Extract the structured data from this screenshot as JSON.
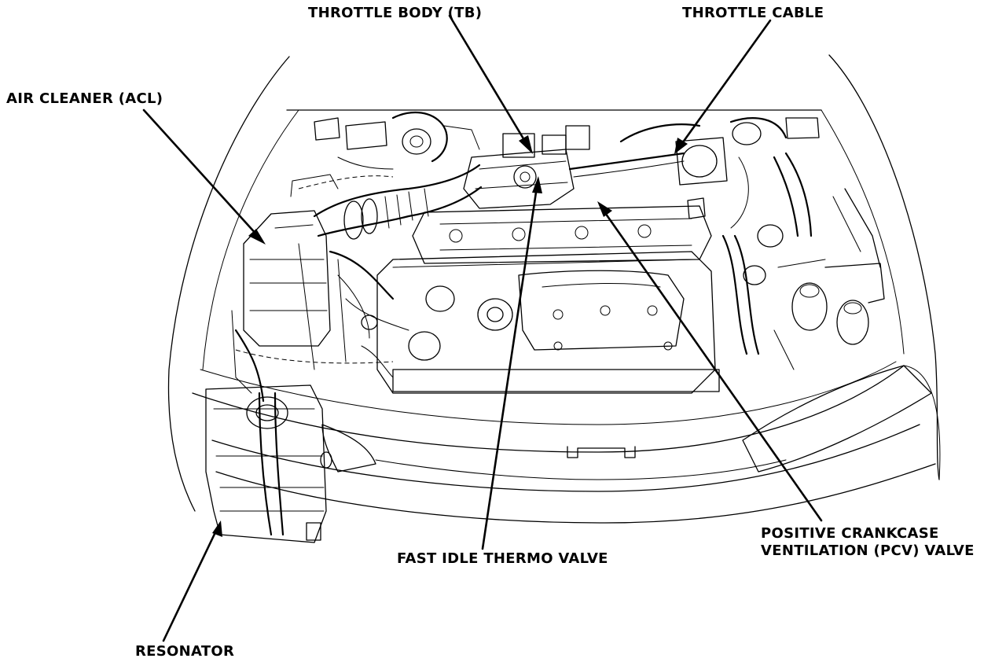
{
  "labels": {
    "throttle_body": "THROTTLE BODY (TB)",
    "throttle_cable": "THROTTLE CABLE",
    "air_cleaner": "AIR CLEANER (ACL)",
    "fast_idle_thermo_valve": "FAST IDLE THERMO VALVE",
    "pcv_line1": "POSITIVE CRANKCASE",
    "pcv_line2": "VENTILATION (PCV) VALVE",
    "resonator": "RESONATOR"
  }
}
